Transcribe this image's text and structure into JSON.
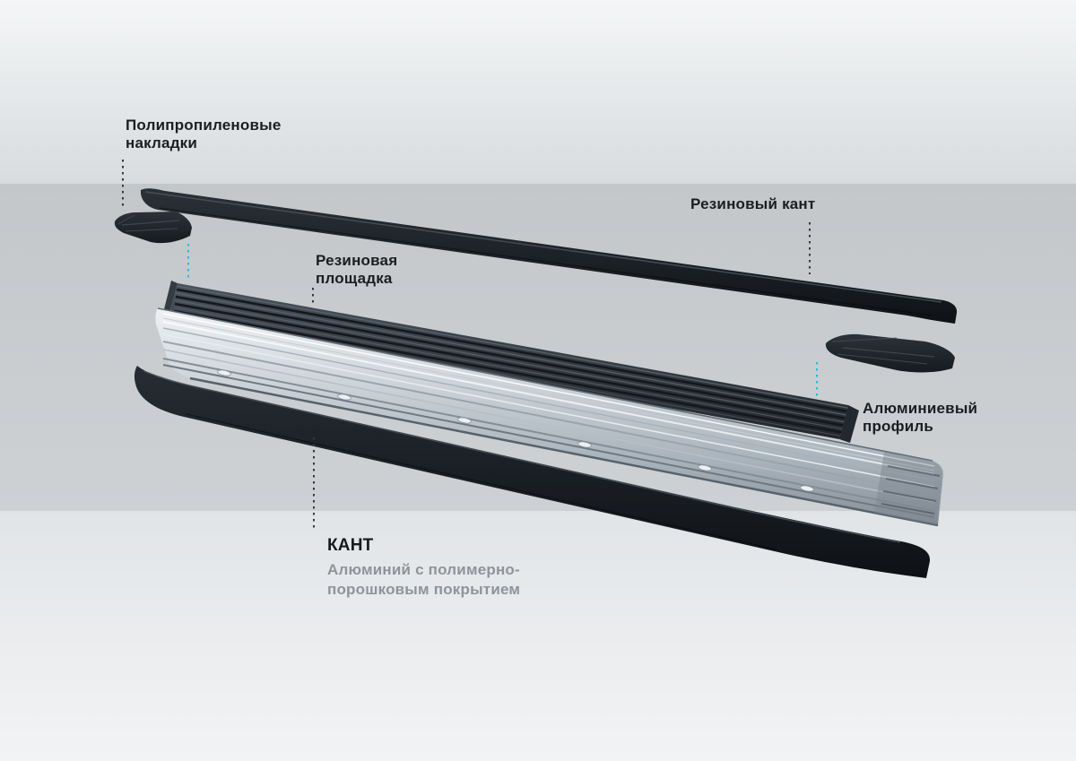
{
  "labels": {
    "polypropylene_pads": {
      "line1": "Полипропиленовые",
      "line2": "накладки"
    },
    "rubber_edging": {
      "text": "Резиновый кант"
    },
    "rubber_platform": {
      "line1": "Резиновая",
      "line2": "площадка"
    },
    "aluminum_profile": {
      "line1": "Алюминиевый",
      "line2": "профиль"
    },
    "kant": {
      "title": "КАНТ",
      "subtitle1": "Алюминий с полимерно-",
      "subtitle2": "порошковым покрытием"
    }
  },
  "parts": {
    "rubber_edging_strip": "Резиновый кант",
    "polypropylene_pad_left": "Полипропиленовые накладки",
    "polypropylene_pad_right": "Полипропиленовые накладки",
    "rubber_platform": "Резиновая площадка",
    "aluminum_profile": "Алюминиевый профиль",
    "kant_strip": "КАНТ"
  },
  "colors": {
    "accent_cyan": "#29b9de",
    "label_text": "#1b1e21",
    "subtitle_text": "#8f9499",
    "band_background": "#c9cdd0",
    "part_dark": "#14181d",
    "aluminum_light": "#e9edf0"
  }
}
